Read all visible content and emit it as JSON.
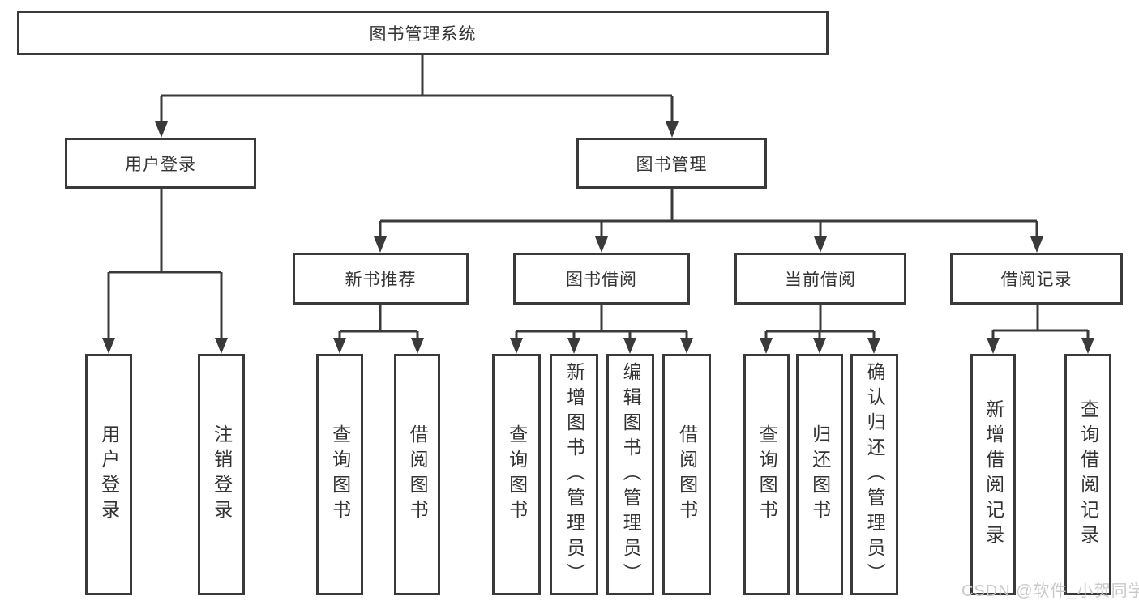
{
  "tree": {
    "root": "图书管理系统",
    "branches": [
      {
        "label": "用户登录",
        "children": [
          {
            "label": "用户登录"
          },
          {
            "label": "注销登录"
          }
        ]
      },
      {
        "label": "图书管理",
        "children": [
          {
            "label": "新书推荐",
            "children": [
              {
                "label": "查询图书"
              },
              {
                "label": "借阅图书"
              }
            ]
          },
          {
            "label": "图书借阅",
            "children": [
              {
                "label": "查询图书"
              },
              {
                "label": "新增图书（管理员）"
              },
              {
                "label": "编辑图书（管理员）"
              },
              {
                "label": "借阅图书"
              }
            ]
          },
          {
            "label": "当前借阅",
            "children": [
              {
                "label": "查询图书"
              },
              {
                "label": "归还图书"
              },
              {
                "label": "确认归还（管理员）"
              }
            ]
          },
          {
            "label": "借阅记录",
            "children": [
              {
                "label": "新增借阅记录"
              },
              {
                "label": "查询借阅记录"
              }
            ]
          }
        ]
      }
    ]
  },
  "watermark": "CSDN @软件_小贺同学",
  "colors": {
    "line": "#3a3a3a",
    "text": "#333333",
    "watermark": "#c9c9c9",
    "background": "#ffffff"
  }
}
